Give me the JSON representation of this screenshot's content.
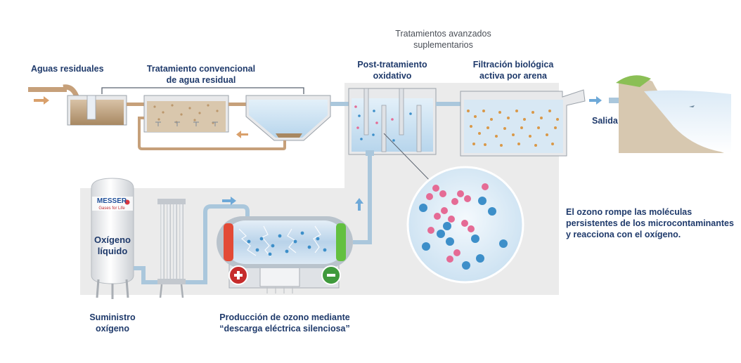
{
  "labels": {
    "advanced_treatments": [
      "Tratamientos avanzados",
      "suplementarios"
    ],
    "wastewater": "Aguas residuales",
    "conventional": [
      "Tratamiento convencional",
      "de agua residual"
    ],
    "post_treatment": [
      "Post-tratamiento",
      "oxidativo"
    ],
    "biofiltration": [
      "Filtración biológica",
      "activa por arena"
    ],
    "output": "Salida",
    "ozone_text": [
      "El ozono rompe las moléculas",
      "persistentes de los microcontaminantes",
      "y reacciona con el oxígeno."
    ],
    "oxygen_supply": [
      "Suministro",
      "oxígeno"
    ],
    "ozone_production": [
      "Producción de ozono mediante",
      "“descarga eléctrica silenciosa”"
    ]
  },
  "tank": {
    "brand": "MESSER",
    "tagline": "Gases for Life",
    "content": [
      "Oxígeno",
      "líquido"
    ]
  },
  "colors": {
    "label": "#1f3a6b",
    "pipe": "#aac7dc",
    "sludge_pipe": "#c6a07a",
    "panel": "#ebebeb",
    "water": "#cfe3f2",
    "oxygen_molecule": "#3d8fc9",
    "ozone_molecule": "#e56b95"
  },
  "icons": {
    "positive_electrode": "plus-icon",
    "negative_electrode": "minus-icon",
    "flow_arrow": "arrow-icon"
  }
}
